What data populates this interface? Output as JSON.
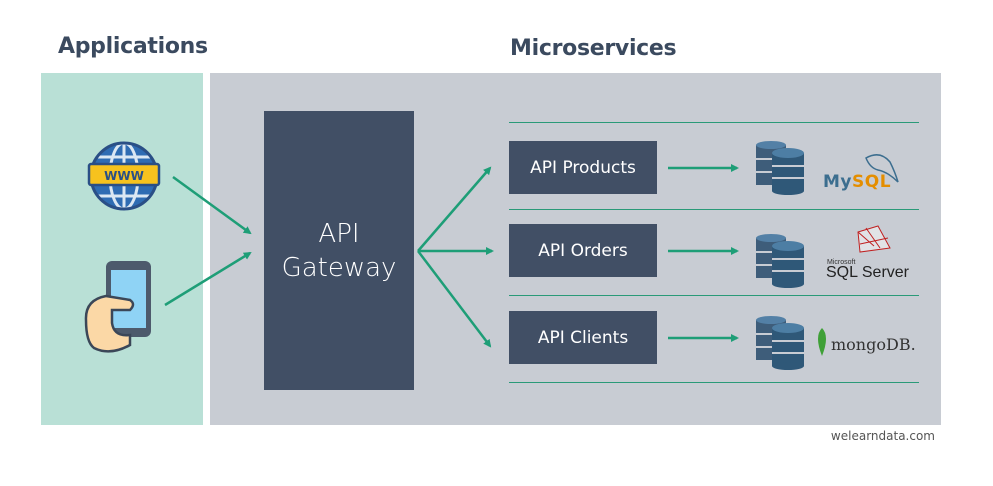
{
  "headings": {
    "applications": "Applications",
    "microservices": "Microservices"
  },
  "applications": {
    "web_icon_text": "WWW"
  },
  "gateway": {
    "line1": "API",
    "line2": "Gateway"
  },
  "services": [
    {
      "label": "API Products",
      "database": "MySQL",
      "db_icon": "database-icon"
    },
    {
      "label": "API Orders",
      "database": "SQL Server",
      "db_icon": "database-icon"
    },
    {
      "label": "API Clients",
      "database": "mongoDB",
      "db_icon": "database-icon"
    }
  ],
  "brands": {
    "mysql_main": "My",
    "mysql_accent": "SQL",
    "sqlserver_small": "Microsoft",
    "sqlserver": "SQL Server",
    "mongodb": "mongoDB."
  },
  "footer": "welearndata.com",
  "colors": {
    "applications_panel": "#b9e0d6",
    "microservices_panel": "#c8ccd3",
    "box_fill": "#414f65",
    "arrow": "#1e9e77",
    "heading": "#3b4a5f"
  }
}
